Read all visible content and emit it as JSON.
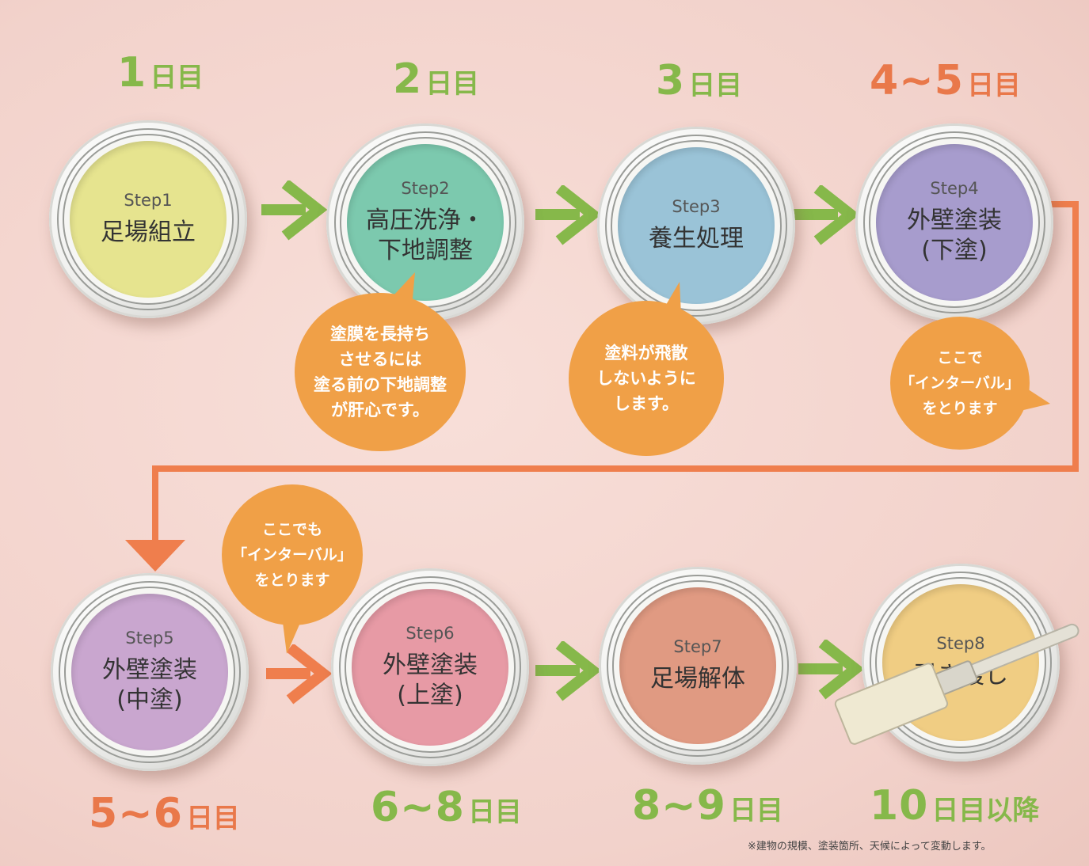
{
  "days": [
    {
      "num": "1",
      "suffix": "日目"
    },
    {
      "num": "2",
      "suffix": "日目"
    },
    {
      "num": "3",
      "suffix": "日目"
    },
    {
      "num": "4~5",
      "suffix": "日目"
    },
    {
      "num": "5~6",
      "suffix": "日目"
    },
    {
      "num": "6~8",
      "suffix": "日目"
    },
    {
      "num": "8~9",
      "suffix": "日目"
    },
    {
      "num": "10",
      "suffix": "日目以降"
    }
  ],
  "steps": [
    {
      "label": "Step1",
      "title": "足場組立",
      "color": "#e6e48f"
    },
    {
      "label": "Step2",
      "title": "高圧洗浄・\n下地調整",
      "color": "#7cc9ae"
    },
    {
      "label": "Step3",
      "title": "養生処理",
      "color": "#9ac3d7"
    },
    {
      "label": "Step4",
      "title": "外壁塗装\n(下塗)",
      "color": "#a79ccd"
    },
    {
      "label": "Step5",
      "title": "外壁塗装\n(中塗)",
      "color": "#c9a6cf"
    },
    {
      "label": "Step6",
      "title": "外壁塗装\n(上塗)",
      "color": "#e79aa5"
    },
    {
      "label": "Step7",
      "title": "足場解体",
      "color": "#e09a82"
    },
    {
      "label": "Step8",
      "title": "引き渡し",
      "color": "#f0cd83"
    }
  ],
  "bubbles": [
    {
      "text": "塗膜を長持ち\nさせるには\n塗る前の下地調整\nが肝心です。"
    },
    {
      "text": "塗料が飛散\nしないように\nします。"
    },
    {
      "text": "ここで\n「インターバル」\nをとります"
    },
    {
      "text": "ここでも\n「インターバル」\nをとります"
    }
  ],
  "colors": {
    "green": "#86b84a",
    "orange": "#e9784a",
    "bubble": "#f0a047"
  },
  "icons": [
    "arrow-right-icon",
    "arrow-down-icon",
    "paint-brush-icon"
  ],
  "footnote": "※建物の規模、塗装箇所、天候によって変動します。"
}
